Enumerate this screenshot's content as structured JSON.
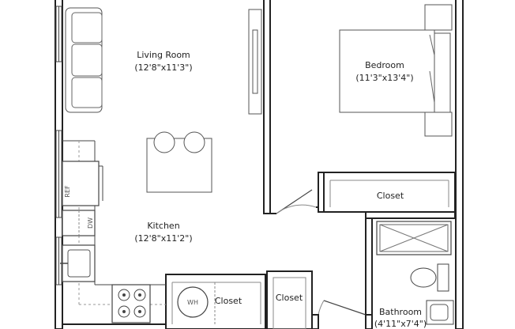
{
  "rooms": {
    "living_room": {
      "name": "Living Room",
      "dims": "(12'8\"x11'3\")"
    },
    "bedroom": {
      "name": "Bedroom",
      "dims": "(11'3\"x13'4\")"
    },
    "kitchen": {
      "name": "Kitchen",
      "dims": "(12'8\"x11'2\")"
    },
    "bathroom": {
      "name": "Bathroom",
      "dims": "(4'11\"x7'4\")"
    },
    "closet_bedroom": {
      "name": "Closet"
    },
    "closet_hall": {
      "name": "Closet"
    },
    "closet_wh": {
      "name": "Closet"
    }
  },
  "fixtures": {
    "refrigerator": "REF",
    "dishwasher": "DW",
    "water_heater": "WH"
  }
}
